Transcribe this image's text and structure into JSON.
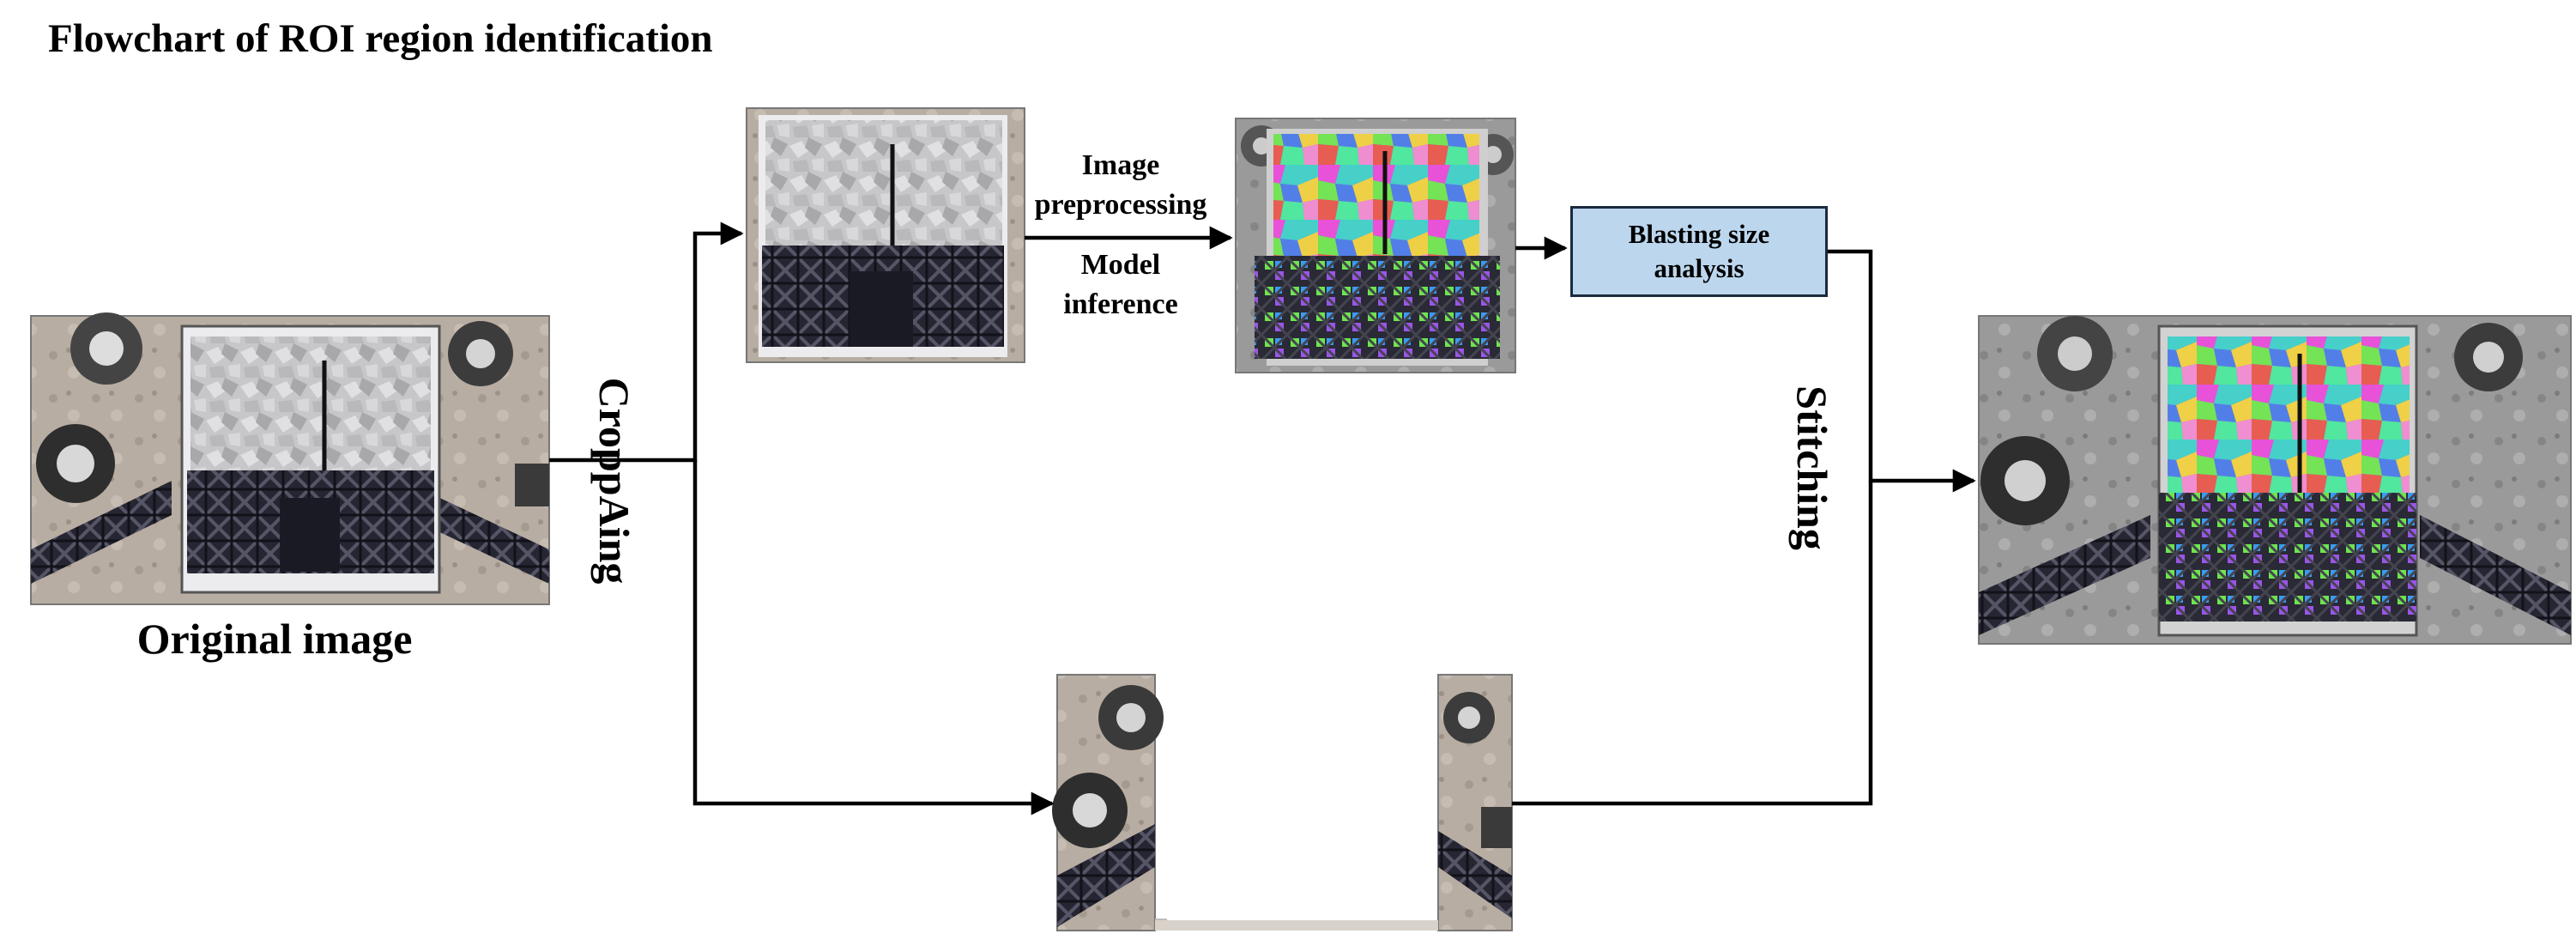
{
  "title": "Flowchart of ROI region identification",
  "original_caption": "Original image",
  "crop_label": "CroppAing",
  "preprocess_label": "Image preprocessing",
  "preprocess_lines": [
    "Image",
    "preprocessing"
  ],
  "inference_label": "Model inference",
  "inference_lines": [
    "Model",
    "inference"
  ],
  "analysis_box": {
    "label": "Blasting size analysis",
    "lines": [
      "Blasting size",
      "analysis"
    ]
  },
  "stitch_label": "Stitching",
  "colors": {
    "arrow": "#000000",
    "analysis_box_fill": "#bcd6ee",
    "analysis_box_border": "#1b2a3d",
    "segment_palette": [
      "#e84bd8",
      "#3fd0c8",
      "#6fe44f",
      "#4a7be8",
      "#f0d040",
      "#e8574a",
      "#9b55e8",
      "#4ae89b",
      "#f08ad0",
      "#3a9bf0"
    ]
  },
  "nodes": [
    {
      "id": "original-image",
      "kind": "photo"
    },
    {
      "id": "cropped-roi",
      "kind": "photo"
    },
    {
      "id": "segmented-roi",
      "kind": "photo-segmented"
    },
    {
      "id": "blasting-size-analysis",
      "kind": "process-box"
    },
    {
      "id": "side-strips",
      "kind": "photo-pair"
    },
    {
      "id": "stitched-result",
      "kind": "photo-segmented"
    }
  ],
  "edges": [
    {
      "from": "original-image",
      "to": "cropped-roi",
      "label": "CroppAing"
    },
    {
      "from": "original-image",
      "to": "side-strips",
      "label": "CroppAing"
    },
    {
      "from": "cropped-roi",
      "to": "segmented-roi",
      "label": "Image preprocessing / Model inference"
    },
    {
      "from": "segmented-roi",
      "to": "blasting-size-analysis"
    },
    {
      "from": "blasting-size-analysis",
      "to": "stitched-result",
      "label": "Stitching"
    },
    {
      "from": "side-strips",
      "to": "stitched-result",
      "label": "Stitching"
    }
  ]
}
